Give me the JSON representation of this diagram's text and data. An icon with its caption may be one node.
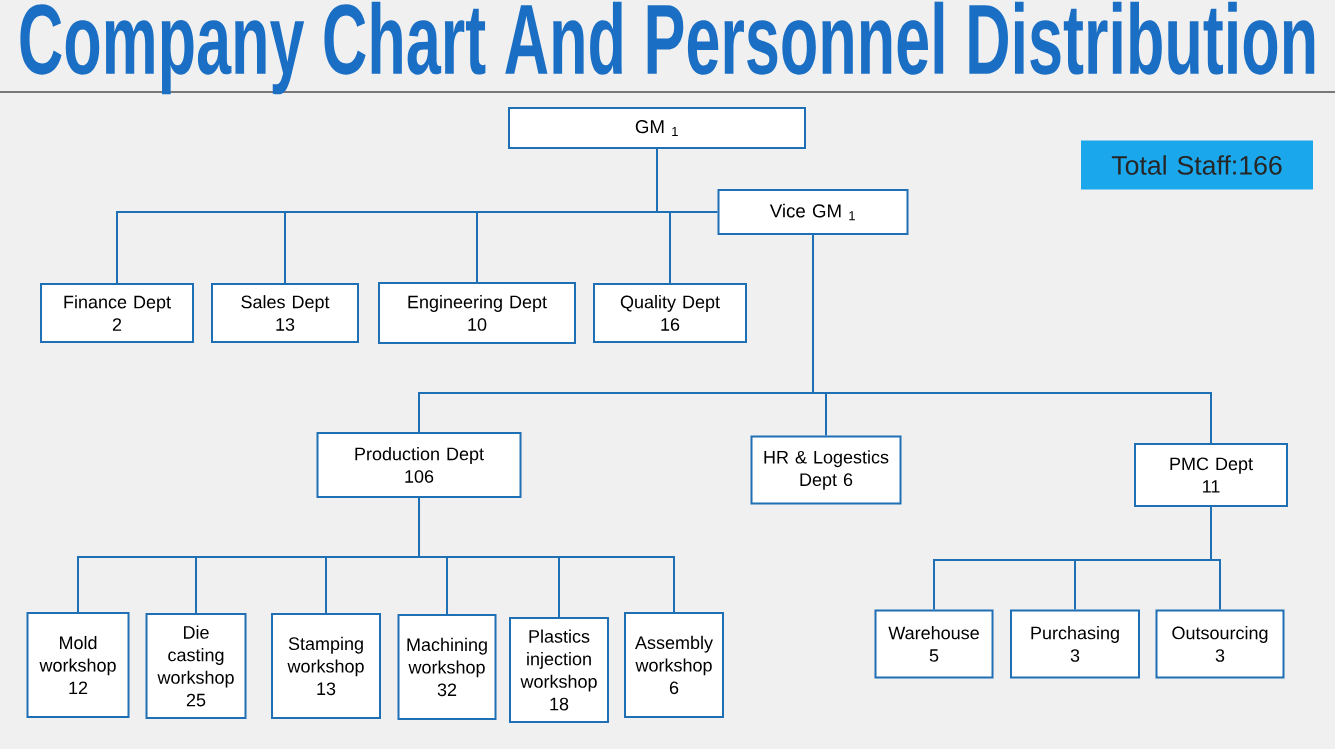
{
  "diagram": {
    "title": "Company Chart  And Personnel Distribution",
    "nodes": [
      {
        "text": [
          "GM $_{1}$"
        ]
      },
      {
        "text": [
          "Vice GM $_{1}$"
        ]
      },
      {
        "text": [
          "Finance Dept",
          "2"
        ]
      },
      {
        "text": [
          "Sales Dept",
          "13"
        ]
      },
      {
        "text": [
          "Engineering Dept",
          "10"
        ]
      },
      {
        "text": [
          "Quality Dept",
          "16"
        ]
      },
      {
        "text": [
          "Production Dept",
          "106"
        ]
      },
      {
        "text": [
          "HR & Logestics Dept 6"
        ]
      },
      {
        "text": [
          "PMC Dept",
          "11"
        ]
      },
      {
        "text": [
          "Mold workshop",
          "12"
        ]
      },
      {
        "text": [
          "Die casting workshop",
          "25"
        ]
      },
      {
        "text": [
          "Stamping workshop",
          "13"
        ]
      },
      {
        "text": [
          "Machining workshop",
          "32"
        ]
      },
      {
        "text": [
          "Plastics injection workshop",
          "18"
        ]
      },
      {
        "text": [
          "Assembly workshop",
          "6"
        ]
      },
      {
        "text": [
          "Warehouse",
          "5"
        ]
      },
      {
        "text": [
          "Purchasing",
          "3"
        ]
      },
      {
        "text": [
          "Outsourcing",
          "3"
        ]
      },
      {
        "text": [
          "Total Staff:166"
        ]
      }
    ],
    "edges": [
      {
        "from": 0,
        "to": 1,
        "arrow": "none"
      },
      {
        "from": 0,
        "to": 2,
        "arrow": "none"
      },
      {
        "from": 0,
        "to": 3,
        "arrow": "none"
      },
      {
        "from": 0,
        "to": 4,
        "arrow": "none"
      },
      {
        "from": 0,
        "to": 5,
        "arrow": "none"
      },
      {
        "from": 1,
        "to": 6,
        "arrow": "none"
      },
      {
        "from": 1,
        "to": 7,
        "arrow": "none"
      },
      {
        "from": 1,
        "to": 8,
        "arrow": "none"
      },
      {
        "from": 6,
        "to": 9,
        "arrow": "none"
      },
      {
        "from": 6,
        "to": 10,
        "arrow": "none"
      },
      {
        "from": 6,
        "to": 11,
        "arrow": "none"
      },
      {
        "from": 6,
        "to": 12,
        "arrow": "none"
      },
      {
        "from": 6,
        "to": 13,
        "arrow": "none"
      },
      {
        "from": 6,
        "to": 14,
        "arrow": "none"
      },
      {
        "from": 8,
        "to": 15,
        "arrow": "none"
      },
      {
        "from": 8,
        "to": 16,
        "arrow": "none"
      },
      {
        "from": 8,
        "to": 17,
        "arrow": "none"
      }
    ]
  }
}
